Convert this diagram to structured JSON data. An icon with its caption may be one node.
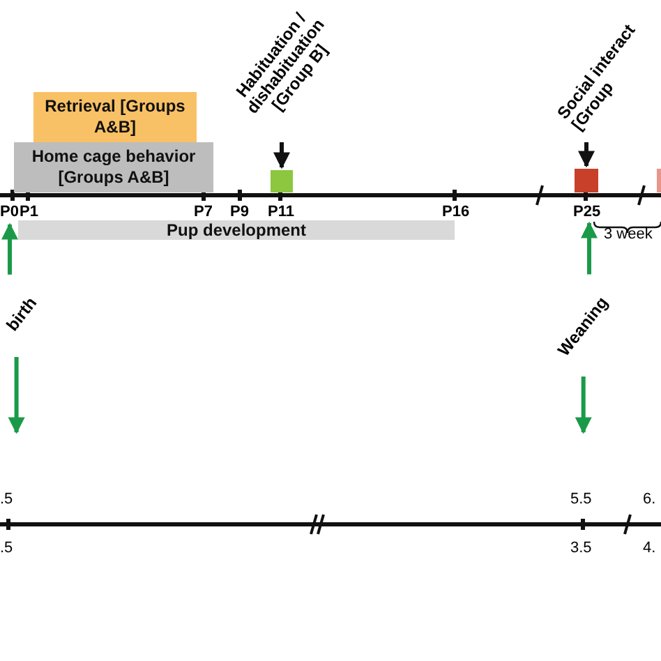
{
  "diagram": {
    "nodes": [
      {
        "text": [
          "Retrieval [Groups A&B]"
        ]
      },
      {
        "text": [
          "Home cage behavior [Groups A&B]"
        ]
      },
      {
        "text": [
          "Habituation / dishabituation [Group B]"
        ]
      },
      {
        "text": [],
        "shape": "box"
      },
      {
        "text": [
          "Social interact",
          "[Group"
        ]
      },
      {
        "text": [],
        "shape": "box"
      },
      {
        "text": [],
        "shape": "box"
      },
      {
        "text": [
          "Pup development"
        ]
      },
      {
        "text": [
          "birth"
        ]
      },
      {
        "text": [
          "Weaning"
        ]
      }
    ],
    "edges": [
      {
        "from": 2,
        "to": 3,
        "arrow": "to",
        "color": "#111111"
      },
      {
        "from": 4,
        "to": 5,
        "arrow": "to",
        "color": "#111111"
      },
      {
        "from": 8,
        "to": 7,
        "arrow": "to",
        "color": "#1a9a48"
      },
      {
        "from": 8,
        "to": null,
        "arrow": "to",
        "color": "#1a9a48"
      },
      {
        "from": 9,
        "to": 5,
        "arrow": "to",
        "color": "#1a9a48"
      },
      {
        "from": 9,
        "to": null,
        "arrow": "to",
        "color": "#1a9a48"
      }
    ],
    "labels": [
      "P0",
      "P1",
      "P7",
      "P9",
      "P11",
      "P16",
      "P25",
      "3 week",
      ".5",
      "5.5",
      "6.",
      ".5",
      "3.5",
      "4."
    ]
  }
}
